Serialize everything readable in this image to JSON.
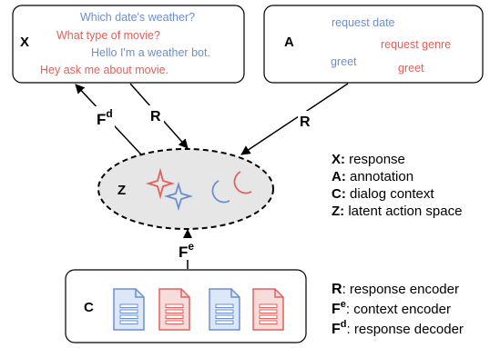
{
  "colors": {
    "blue": "#6b8fd0",
    "red": "#e0625c",
    "ellipse_fill": "#e6e6e6",
    "box_stroke": "#000000"
  },
  "box_x": {
    "letter": "X",
    "lines": [
      {
        "text": "Which date's weather?",
        "color": "blue"
      },
      {
        "text": "What type of movie?",
        "color": "red"
      },
      {
        "text": "Hello I'm a weather bot.",
        "color": "blue"
      },
      {
        "text": "Hey ask me about movie.",
        "color": "red"
      }
    ]
  },
  "box_a": {
    "letter": "A",
    "lines": [
      {
        "text": "request date",
        "color": "blue"
      },
      {
        "text": "request genre",
        "color": "red"
      },
      {
        "text": "greet",
        "color": "blue"
      },
      {
        "text": "greet",
        "color": "red"
      }
    ]
  },
  "ellipse": {
    "letter": "Z"
  },
  "box_c": {
    "letter": "C",
    "documents": [
      "blue",
      "red",
      "blue",
      "red"
    ]
  },
  "edge_labels": {
    "fd_base": "F",
    "fd_sup": "d",
    "r1": "R",
    "r2": "R",
    "fe_base": "F",
    "fe_sup": "e"
  },
  "legend_top": [
    {
      "key": "X:",
      "text": " response"
    },
    {
      "key": "A:",
      "text": " annotation"
    },
    {
      "key": "C:",
      "text": " dialog context"
    },
    {
      "key": "Z:",
      "text": " latent action space"
    }
  ],
  "legend_bottom": [
    {
      "key": "R",
      "sup": "",
      "text": ": response encoder"
    },
    {
      "key": "F",
      "sup": "e",
      "text": ": context encoder"
    },
    {
      "key": "F",
      "sup": "d",
      "text": ": response decoder"
    }
  ]
}
